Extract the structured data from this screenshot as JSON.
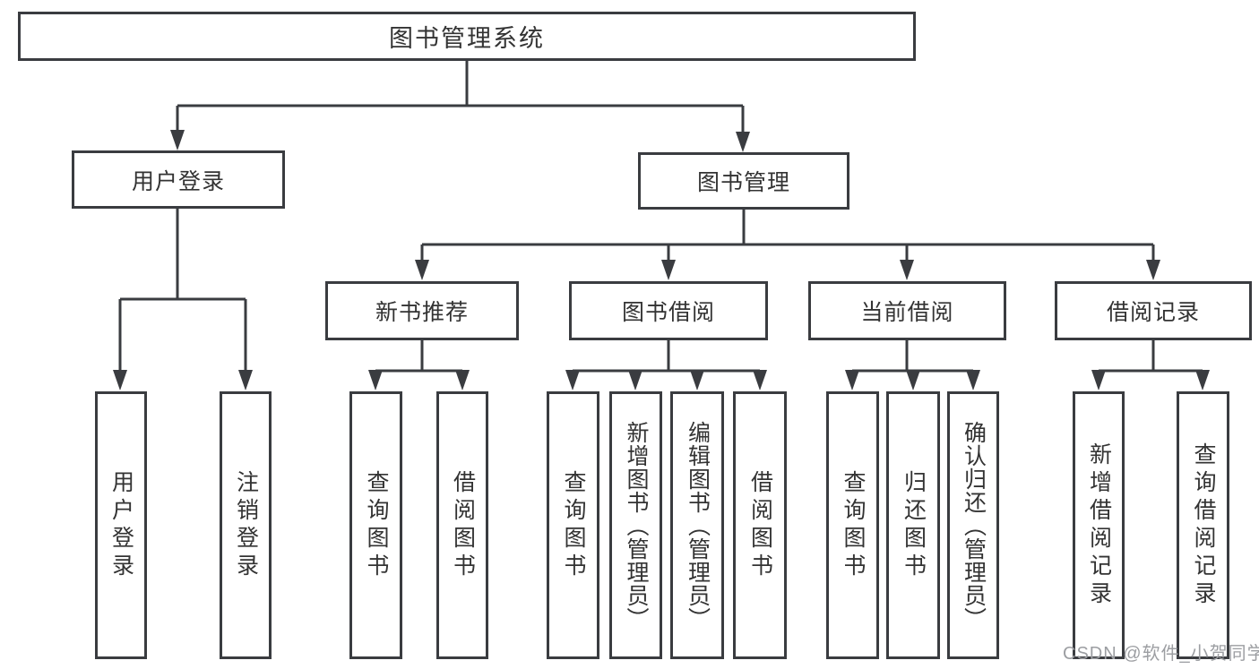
{
  "diagram": {
    "root": {
      "id": "library-management-system",
      "label": "图书管理系统"
    },
    "level2": [
      {
        "id": "user-login",
        "parent": "图书管理系统",
        "label": "用户登录"
      },
      {
        "id": "book-management",
        "parent": "图书管理系统",
        "label": "图书管理"
      }
    ],
    "level3": [
      {
        "id": "new-book-recommend",
        "parent": "图书管理",
        "label": "新书推荐"
      },
      {
        "id": "book-borrow",
        "parent": "图书管理",
        "label": "图书借阅"
      },
      {
        "id": "current-borrow",
        "parent": "图书管理",
        "label": "当前借阅"
      },
      {
        "id": "borrow-records",
        "parent": "图书管理",
        "label": "借阅记录"
      }
    ],
    "level4": [
      {
        "id": "user-login-leaf",
        "parent": "用户登录",
        "label": "用户登录"
      },
      {
        "id": "logout-leaf",
        "parent": "用户登录",
        "label": "注销登录"
      },
      {
        "id": "query-book-recommend",
        "parent": "新书推荐",
        "label": "查询图书"
      },
      {
        "id": "borrow-book-recommend",
        "parent": "新书推荐",
        "label": "借阅图书"
      },
      {
        "id": "query-book-borrow",
        "parent": "图书借阅",
        "label": "查询图书"
      },
      {
        "id": "add-book-admin",
        "parent": "图书借阅",
        "label": "新增图书（管理员）"
      },
      {
        "id": "edit-book-admin",
        "parent": "图书借阅",
        "label": "编辑图书（管理员）"
      },
      {
        "id": "borrow-book-borrow",
        "parent": "图书借阅",
        "label": "借阅图书"
      },
      {
        "id": "query-book-current",
        "parent": "当前借阅",
        "label": "查询图书"
      },
      {
        "id": "return-book",
        "parent": "当前借阅",
        "label": "归还图书"
      },
      {
        "id": "confirm-return-admin",
        "parent": "当前借阅",
        "label": "确认归还（管理员）"
      },
      {
        "id": "add-borrow-record",
        "parent": "借阅记录",
        "label": "新增借阅记录"
      },
      {
        "id": "query-borrow-record",
        "parent": "借阅记录",
        "label": "查询借阅记录"
      }
    ],
    "colors": {
      "line": "#3a3c40",
      "text": "#333333",
      "background": "#ffffff",
      "watermark": "#9c9ea2"
    }
  },
  "watermark": {
    "text": "CSDN @软件_小贺同学"
  }
}
